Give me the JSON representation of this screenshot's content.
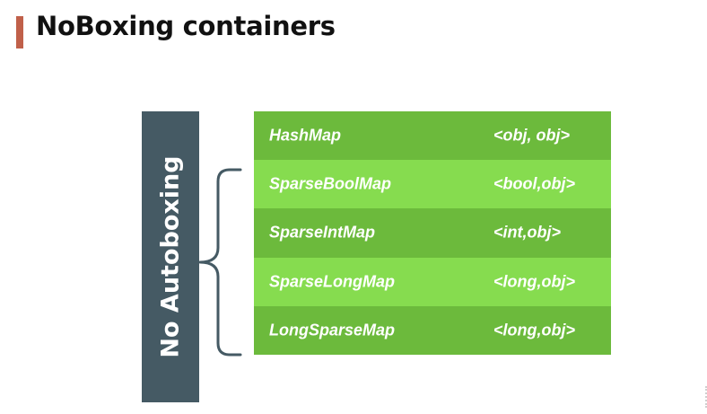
{
  "title": "NoBoxing containers",
  "side_label": "No Autoboxing",
  "colors": {
    "title_accent": "#c0604a",
    "side_bar": "#455a64",
    "row_dark": "#6cba3c",
    "row_light": "#86dc4f",
    "brace": "#455a64"
  },
  "rows": [
    {
      "name": "HashMap",
      "type": "<obj, obj>",
      "shade": "dark"
    },
    {
      "name": "SparseBoolMap",
      "type": "<bool,obj>",
      "shade": "light"
    },
    {
      "name": "SparseIntMap",
      "type": "<int,obj>",
      "shade": "dark"
    },
    {
      "name": "SparseLongMap",
      "type": "<long,obj>",
      "shade": "light"
    },
    {
      "name": "LongSparseMap",
      "type": "<long,obj>",
      "shade": "dark"
    }
  ]
}
